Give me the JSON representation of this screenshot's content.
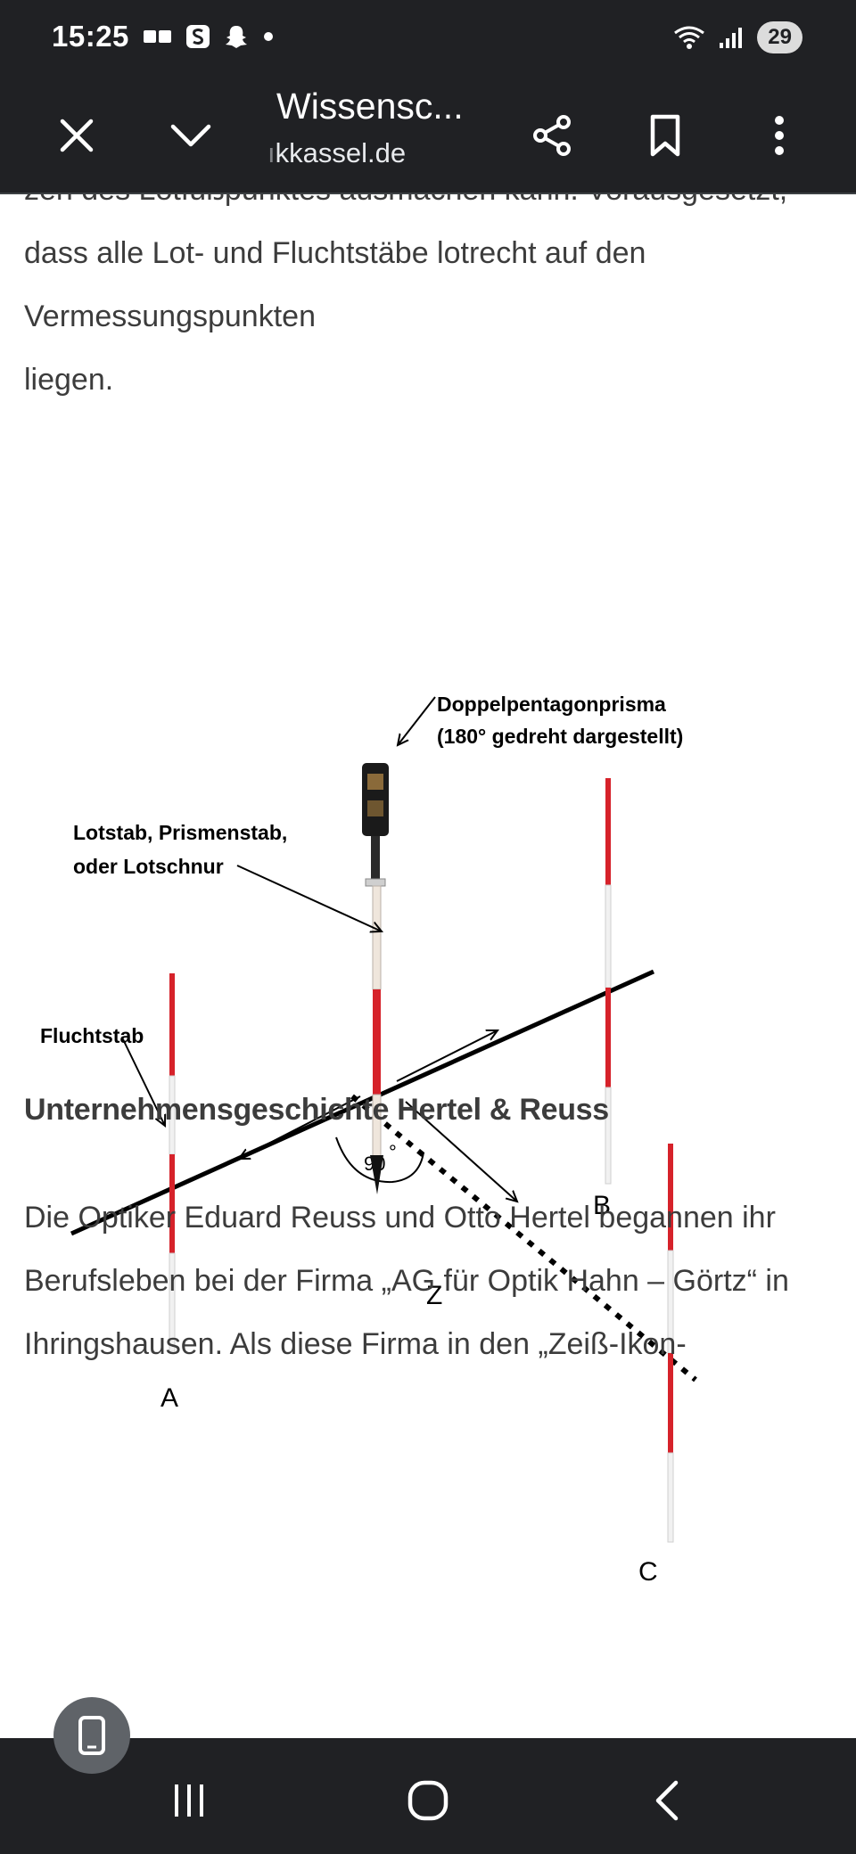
{
  "status_bar": {
    "time": "15:25",
    "battery": "29",
    "icons": [
      "news-icon",
      "s-app-icon",
      "snapchat-icon",
      "dot-icon",
      "wifi-icon",
      "signal-icon"
    ]
  },
  "toolbar": {
    "title": "Wissensc...",
    "url_faded": "ı",
    "url_main": "kkassel.de",
    "icons": [
      "close-icon",
      "chevron-down-icon",
      "share-icon",
      "bookmark-icon",
      "more-vert-icon"
    ]
  },
  "article": {
    "cut_line": "zen des Lotfußpunktes ausmachen kann. Vorausgesetzt,",
    "line1": "dass alle Lot- und Fluchtstäbe lotrecht auf den",
    "line2": "Vermessungspunkten",
    "line3": "liegen.",
    "heading": "Unternehmensgeschichte Hertel & Reuss",
    "p2_line1": "Die Optiker Eduard Reuss und Otto Hertel begannen ihr",
    "p2_line2": "Berufsleben bei der Firma „AG für Optik Hahn – Görtz“ in",
    "p2_line3": "Ihringshausen. Als diese Firma in den „Zeiß-Ikon-"
  },
  "diagram": {
    "label_prism_1": "Doppelpentagonprisma",
    "label_prism_2": "(180° gedreht dargestellt)",
    "label_lotstab_1": "Lotstab, Prismenstab,",
    "label_lotstab_2": "oder Lotschnur",
    "label_fluchtstab": "Fluchtstab",
    "point_a": "A",
    "point_b": "B",
    "point_c": "C",
    "point_z": "Z",
    "angle": "90",
    "colors": {
      "pole_red": "#d6222a",
      "pole_white": "#f4f4f4",
      "line": "#000000"
    }
  },
  "navbar": {
    "icons": [
      "recent-apps-icon",
      "home-icon",
      "back-icon",
      "phone-toggle-icon"
    ]
  }
}
